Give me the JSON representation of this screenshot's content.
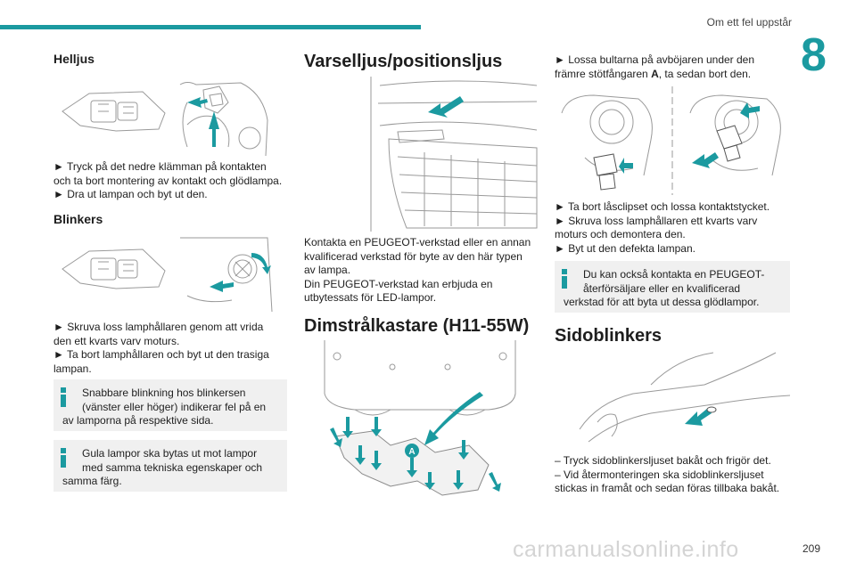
{
  "header": {
    "section_title": "Om ett fel uppstår",
    "chapter_number": "8"
  },
  "col1": {
    "helljus": {
      "title": "Helljus",
      "line1": "► Tryck på det nedre klämman på kontakten",
      "line2": "och ta bort montering av kontakt och glödlampa.",
      "line3": "► Dra ut lampan och byt ut den."
    },
    "blinkers": {
      "title": "Blinkers",
      "line1": "► Skruva loss lamphållaren genom att vrida",
      "line2": "den ett kvarts varv moturs.",
      "line3": "► Ta bort lamphållaren och byt ut den trasiga",
      "line4": "lampan."
    },
    "info1": {
      "line1": "Snabbare blinkning hos blinkersen",
      "line2": "(vänster eller höger) indikerar fel på en",
      "line3": "av lamporna på respektive sida."
    },
    "info2": {
      "line1": "Gula lampor ska bytas ut mot lampor",
      "line2": "med samma tekniska egenskaper och",
      "line3": "samma färg."
    }
  },
  "col2": {
    "varselljus": {
      "title": "Varselljus/positionsljus",
      "line1": "Kontakta en PEUGEOT-verkstad eller en annan",
      "line2": "kvalificerad verkstad för byte av den här typen",
      "line3": "av lampa.",
      "line4": "Din PEUGEOT-verkstad kan erbjuda en",
      "line5": "utbytessats för LED-lampor."
    },
    "dimstral": {
      "title": "Dimstrålkastare (H11-55W)",
      "label_a": "A"
    }
  },
  "col3": {
    "step1": {
      "line1": "► Lossa bultarna på avböjaren under den",
      "line2_pre": "främre stötfångaren ",
      "line2_bold": "A",
      "line2_post": ", ta sedan bort den."
    },
    "step2": {
      "line1": "► Ta bort låsclipset och lossa kontaktstycket.",
      "line2": "► Skruva loss lamphållaren ett kvarts varv",
      "line3": "moturs och demontera den.",
      "line4": "► Byt ut den defekta lampan."
    },
    "info3": {
      "line1": "Du kan också kontakta en PEUGEOT-",
      "line2": "återförsäljare eller en kvalificerad",
      "line3": "verkstad för att byta ut dessa glödlampor."
    },
    "sidoblinkers": {
      "title": "Sidoblinkers",
      "line1": "– Tryck sidoblinkersljuset bakåt och frigör det.",
      "line2": "– Vid återmonteringen ska sidoblinkersljuset",
      "line3": "stickas in framåt och sedan föras tillbaka bakåt."
    }
  },
  "footer": {
    "page_number": "209",
    "watermark": "carmanualsonline.info"
  },
  "colors": {
    "accent": "#1b9aa0",
    "infobox_bg": "#f0f0f0"
  }
}
